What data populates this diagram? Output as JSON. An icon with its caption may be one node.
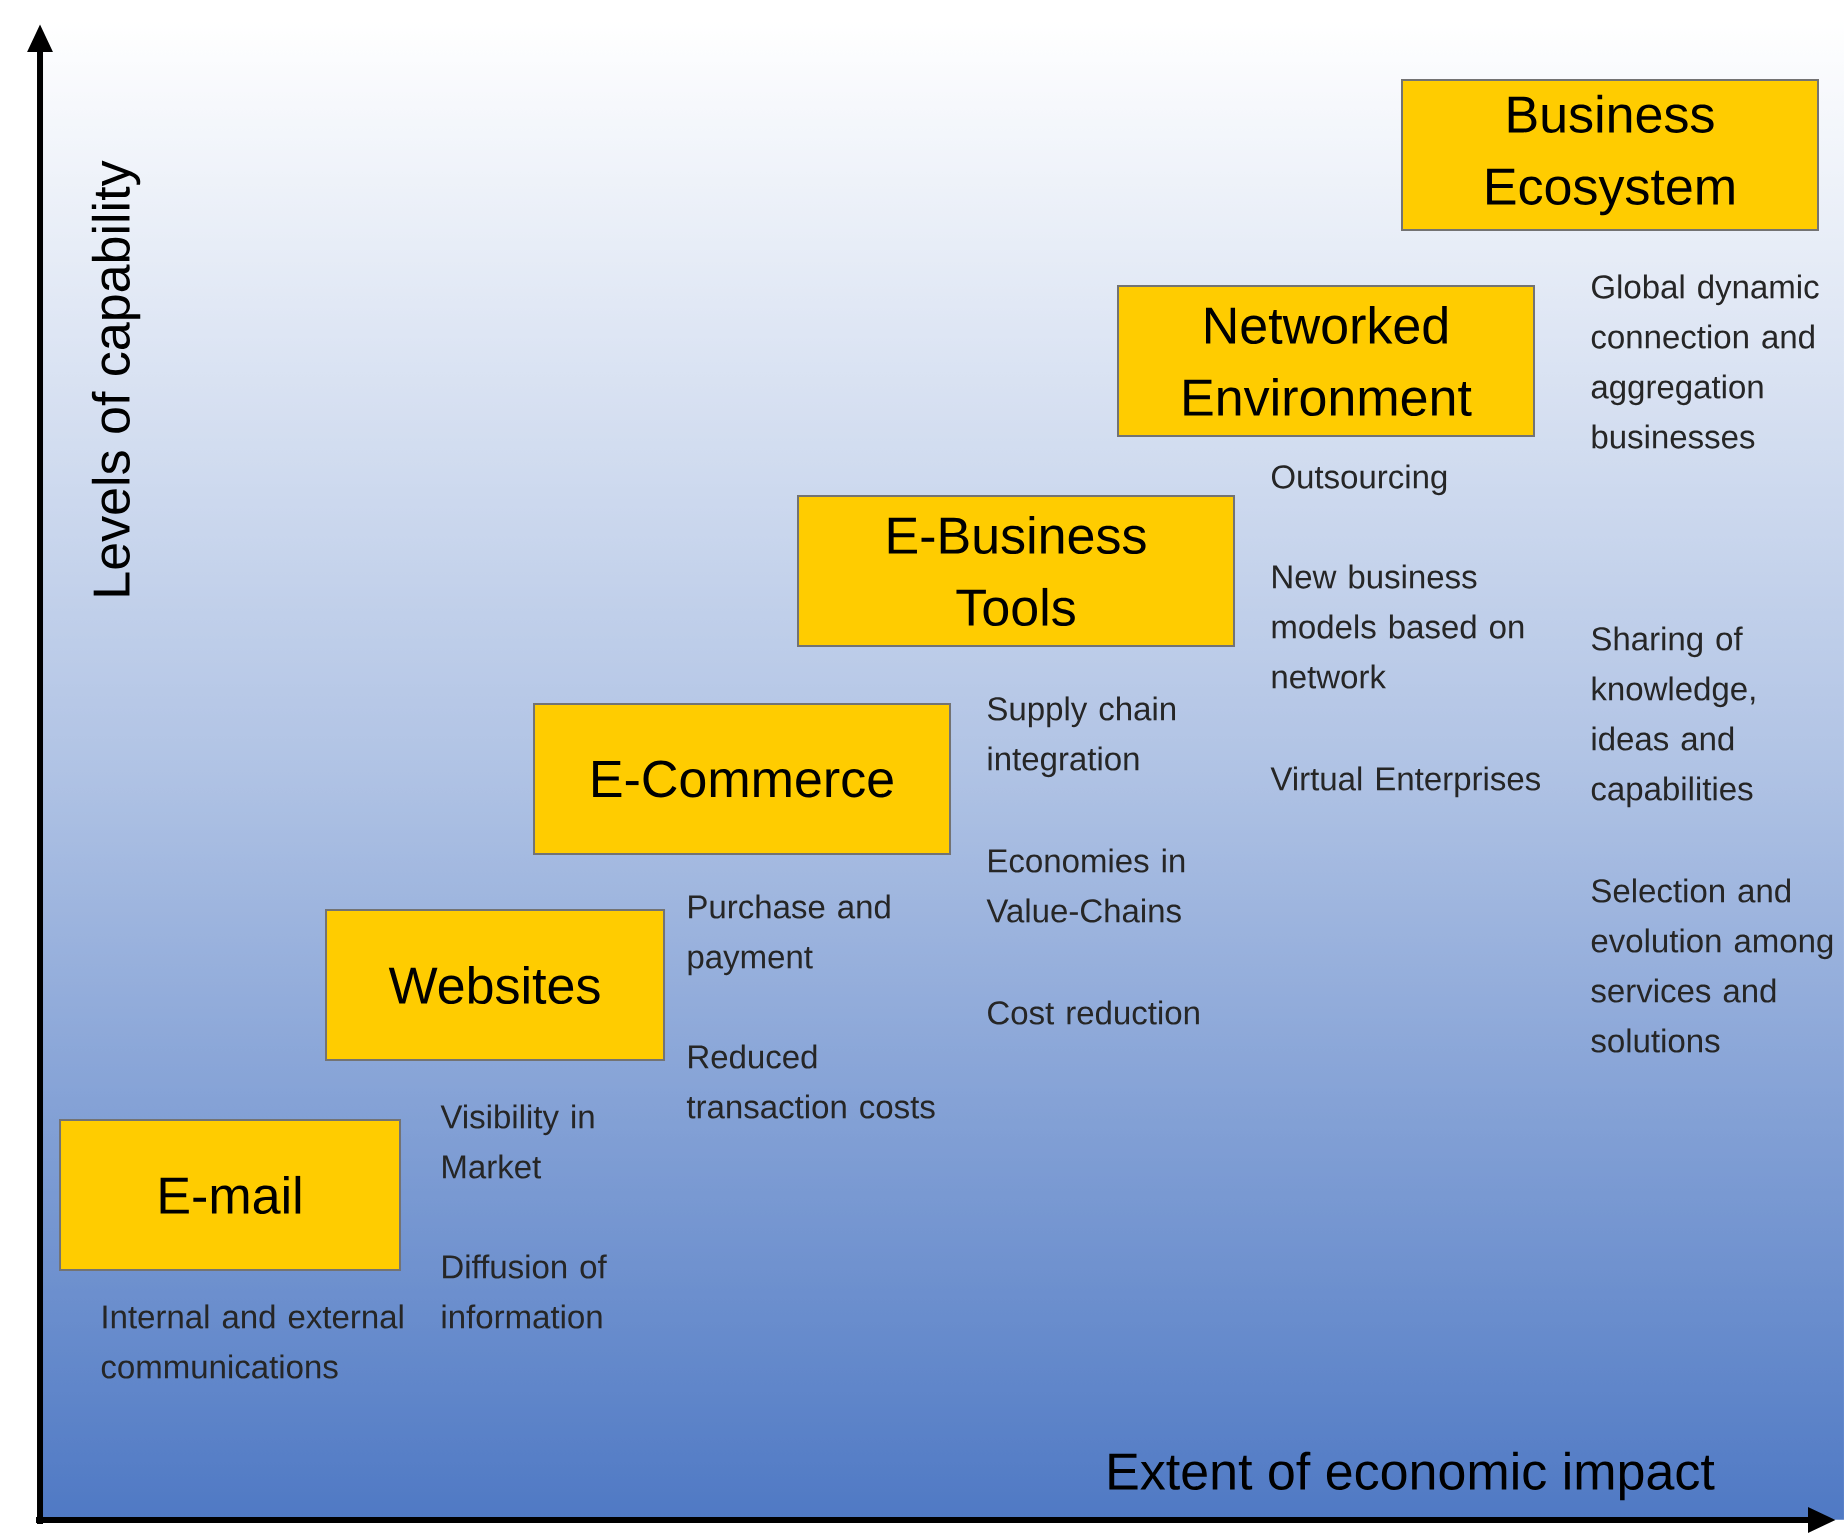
{
  "diagram": {
    "nodes": [
      {
        "text": [
          "E-mail"
        ]
      },
      {
        "text": [
          "Websites"
        ]
      },
      {
        "text": [
          "E-Commerce"
        ]
      },
      {
        "text": [
          "E-Business Tools"
        ]
      },
      {
        "text": [
          "Networked Environment"
        ]
      },
      {
        "text": [
          "Business Ecosystem"
        ]
      }
    ],
    "edges": [],
    "labels": [
      "Levels of capability",
      "Internal and external communications",
      "Visibility in Market",
      "Diffusion of information",
      "Purchase and payment",
      "Reduced transaction costs",
      "Supply chain integration",
      "Economies in Value-Chains",
      "Cost reduction",
      "Outsourcing",
      "New business models based on network",
      "Virtual Enterprises",
      "Global dynamic connection and aggregation businesses",
      "Sharing of knowledge, ideas and capabilities",
      "Selection and evolution among services and solutions",
      "Extent of economic impact"
    ]
  }
}
